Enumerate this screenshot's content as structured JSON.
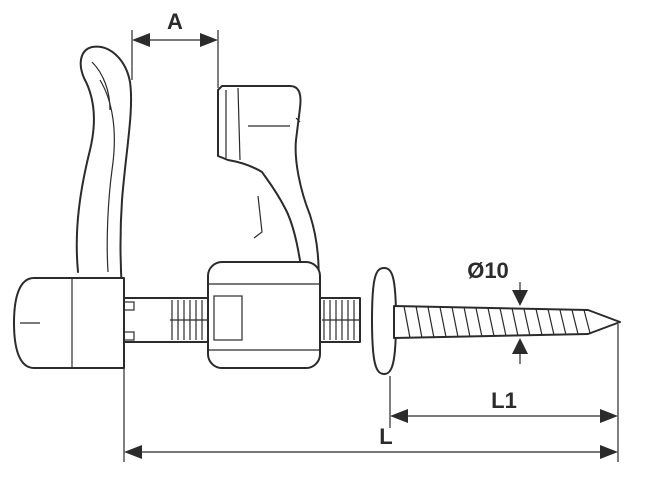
{
  "dimensions": {
    "a": "A",
    "diameter": "Ø10",
    "l1": "L1",
    "l": "L"
  }
}
